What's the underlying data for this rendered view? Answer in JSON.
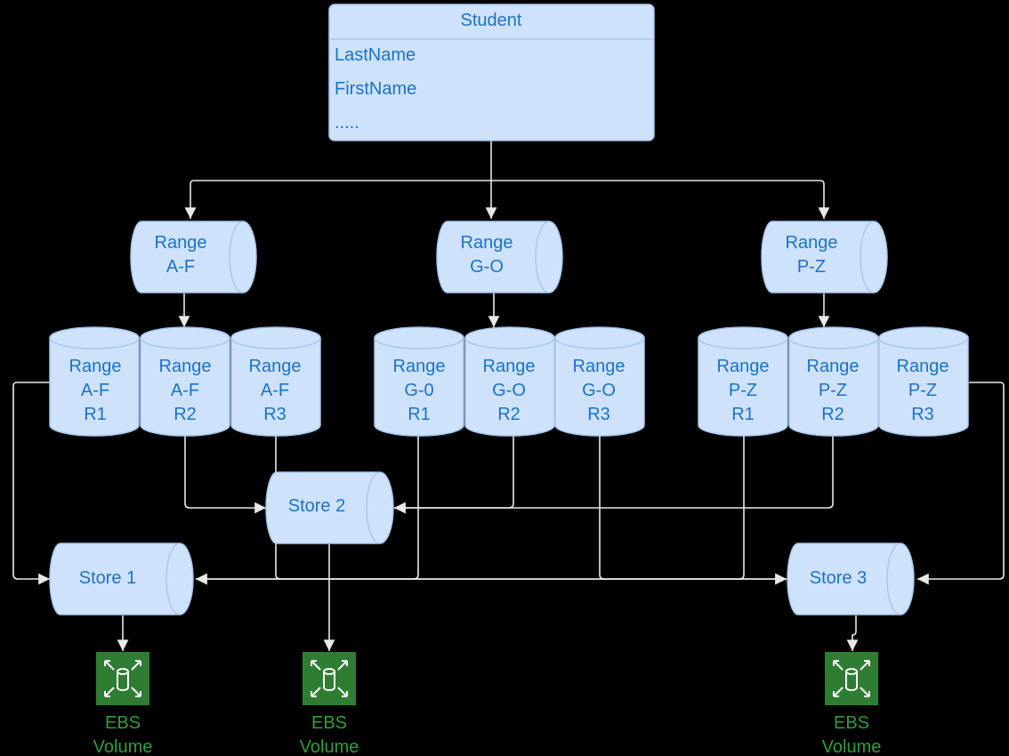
{
  "colors": {
    "background": "#000000",
    "node_fill": "#cfe2fb",
    "node_stroke": "#a9c7ee",
    "text": "#1a73c9",
    "connector": "#e8e8e8",
    "ebs_green": "#2e7d32",
    "ebs_label": "#2f9d3e"
  },
  "entity": {
    "title": "Student",
    "fields": [
      "LastName",
      "FirstName",
      "....."
    ]
  },
  "ranges": [
    {
      "line1": "Range",
      "line2": "A-F"
    },
    {
      "line1": "Range",
      "line2": "G-O"
    },
    {
      "line1": "Range",
      "line2": "P-Z"
    }
  ],
  "replicas": [
    {
      "line1": "Range",
      "line2": "A-F",
      "line3": "R1"
    },
    {
      "line1": "Range",
      "line2": "A-F",
      "line3": "R2"
    },
    {
      "line1": "Range",
      "line2": "A-F",
      "line3": "R3"
    },
    {
      "line1": "Range",
      "line2": "G-0",
      "line3": "R1"
    },
    {
      "line1": "Range",
      "line2": "G-O",
      "line3": "R2"
    },
    {
      "line1": "Range",
      "line2": "G-O",
      "line3": "R3"
    },
    {
      "line1": "Range",
      "line2": "P-Z",
      "line3": "R1"
    },
    {
      "line1": "Range",
      "line2": "P-Z",
      "line3": "R2"
    },
    {
      "line1": "Range",
      "line2": "P-Z",
      "line3": "R3"
    }
  ],
  "stores": [
    {
      "label": "Store 1"
    },
    {
      "label": "Store 2"
    },
    {
      "label": "Store 3"
    }
  ],
  "ebs": [
    {
      "icon": "ebs-volume-icon",
      "line1": "EBS",
      "line2": "Volume"
    },
    {
      "icon": "ebs-volume-icon",
      "line1": "EBS",
      "line2": "Volume"
    },
    {
      "icon": "ebs-volume-icon",
      "line1": "EBS",
      "line2": "Volume"
    }
  ]
}
